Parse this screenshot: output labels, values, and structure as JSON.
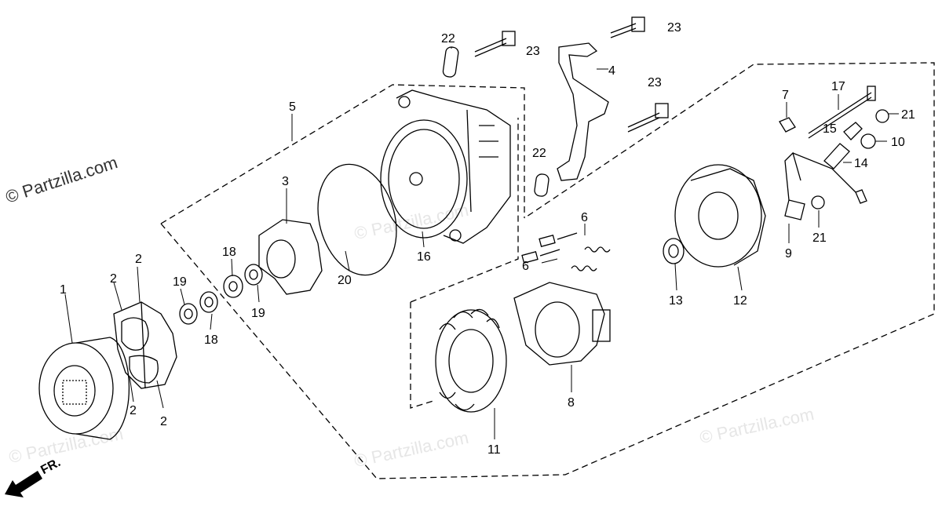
{
  "watermarks": {
    "main": "© Partzilla.com",
    "faint": "© Partzilla.com"
  },
  "direction_label": "FR.",
  "labels": {
    "p1": "1",
    "p2a": "2",
    "p2b": "2",
    "p2c": "2",
    "p2d": "2",
    "p3": "3",
    "p4": "4",
    "p5": "5",
    "p6a": "6",
    "p6b": "6",
    "p7": "7",
    "p8": "8",
    "p9": "9",
    "p10": "10",
    "p11": "11",
    "p12": "12",
    "p13": "13",
    "p14": "14",
    "p15": "15",
    "p16": "16",
    "p17": "17",
    "p18a": "18",
    "p18b": "18",
    "p19a": "19",
    "p19b": "19",
    "p20": "20",
    "p21a": "21",
    "p21b": "21",
    "p22a": "22",
    "p22b": "22",
    "p23a": "23",
    "p23b": "23",
    "p23c": "23"
  },
  "colors": {
    "ink": "#000000",
    "watermark": "#e6e6e6"
  }
}
